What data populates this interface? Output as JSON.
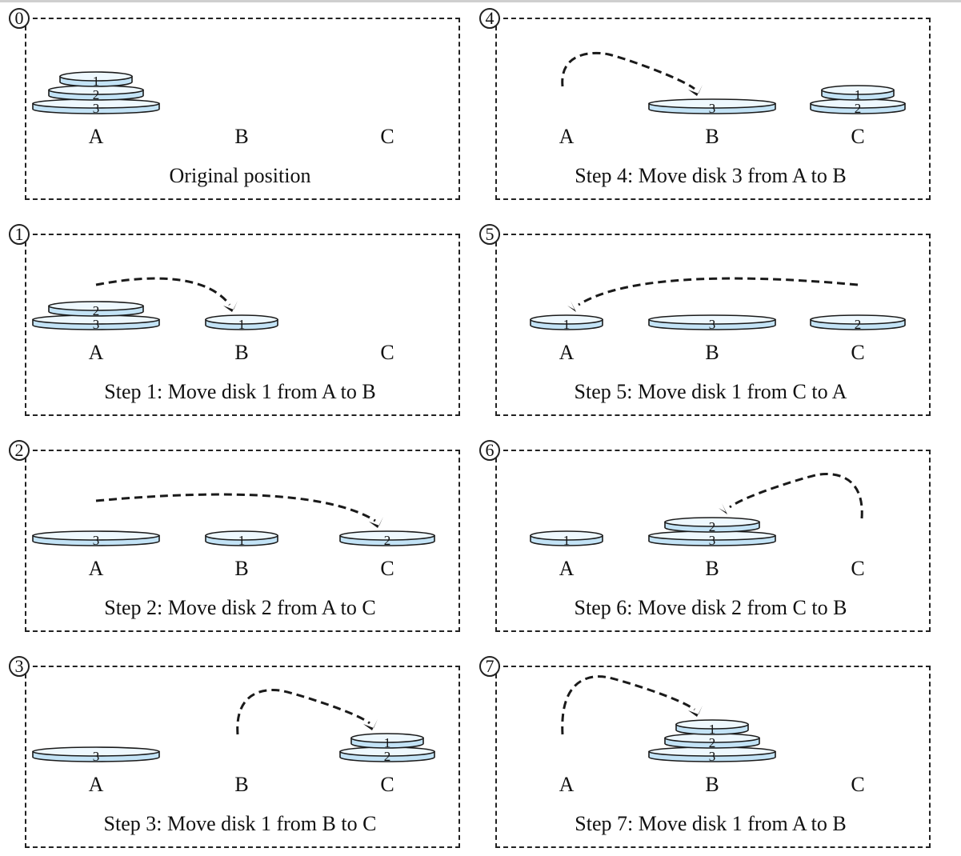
{
  "colors": {
    "disk_top": "#eef8fe",
    "disk_side": "#c3e3f6",
    "outline": "#1a1a1a",
    "frame": "#222222"
  },
  "panels": [
    {
      "step": "0",
      "caption": "Original position",
      "pegs": [
        "A",
        "B",
        "C"
      ],
      "stacks": {
        "A": [
          "1",
          "2",
          "3"
        ],
        "B": [],
        "C": []
      },
      "move": null
    },
    {
      "step": "1",
      "caption": "Step 1: Move disk 1 from A to B",
      "pegs": [
        "A",
        "B",
        "C"
      ],
      "stacks": {
        "A": [
          "2",
          "3"
        ],
        "B": [
          "1"
        ],
        "C": []
      },
      "move": {
        "from": "A",
        "to": "B"
      }
    },
    {
      "step": "2",
      "caption": "Step 2: Move disk 2 from A to C",
      "pegs": [
        "A",
        "B",
        "C"
      ],
      "stacks": {
        "A": [
          "3"
        ],
        "B": [
          "1"
        ],
        "C": [
          "2"
        ]
      },
      "move": {
        "from": "A",
        "to": "C"
      }
    },
    {
      "step": "3",
      "caption": "Step 3: Move disk 1 from B to C",
      "pegs": [
        "A",
        "B",
        "C"
      ],
      "stacks": {
        "A": [
          "3"
        ],
        "B": [],
        "C": [
          "1",
          "2"
        ]
      },
      "move": {
        "from": "B",
        "to": "C"
      }
    },
    {
      "step": "4",
      "caption": "Step 4: Move disk 3 from A to B",
      "pegs": [
        "A",
        "B",
        "C"
      ],
      "stacks": {
        "A": [],
        "B": [
          "3"
        ],
        "C": [
          "1",
          "2"
        ]
      },
      "move": {
        "from": "A",
        "to": "B"
      }
    },
    {
      "step": "5",
      "caption": "Step 5: Move disk 1 from C to A",
      "pegs": [
        "A",
        "B",
        "C"
      ],
      "stacks": {
        "A": [
          "1"
        ],
        "B": [
          "3"
        ],
        "C": [
          "2"
        ]
      },
      "move": {
        "from": "C",
        "to": "A"
      }
    },
    {
      "step": "6",
      "caption": "Step 6: Move disk 2 from C to B",
      "pegs": [
        "A",
        "B",
        "C"
      ],
      "stacks": {
        "A": [
          "1"
        ],
        "B": [
          "2",
          "3"
        ],
        "C": []
      },
      "move": {
        "from": "C",
        "to": "B"
      }
    },
    {
      "step": "7",
      "caption": "Step 7: Move disk 1 from A to B",
      "pegs": [
        "A",
        "B",
        "C"
      ],
      "stacks": {
        "A": [],
        "B": [
          "1",
          "2",
          "3"
        ],
        "C": []
      },
      "move": {
        "from": "A",
        "to": "B"
      }
    }
  ]
}
